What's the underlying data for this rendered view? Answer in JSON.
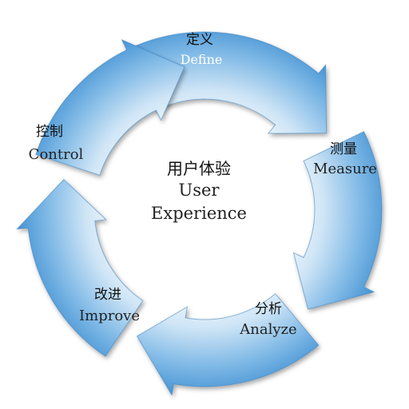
{
  "center": {
    "cn": "用户体验",
    "en_line1": "User",
    "en_line2": "Experience"
  },
  "stages": [
    {
      "cn": "定义",
      "en": "Define"
    },
    {
      "cn": "测量",
      "en": "Measure"
    },
    {
      "cn": "分析",
      "en": "Analyze"
    },
    {
      "cn": "改进",
      "en": "Improve"
    },
    {
      "cn": "控制",
      "en": "Control"
    }
  ],
  "colors": {
    "arrow_light": "#dceefa",
    "arrow_dark": "#4a98d6",
    "arrow_edge": "#3a7fbd"
  }
}
